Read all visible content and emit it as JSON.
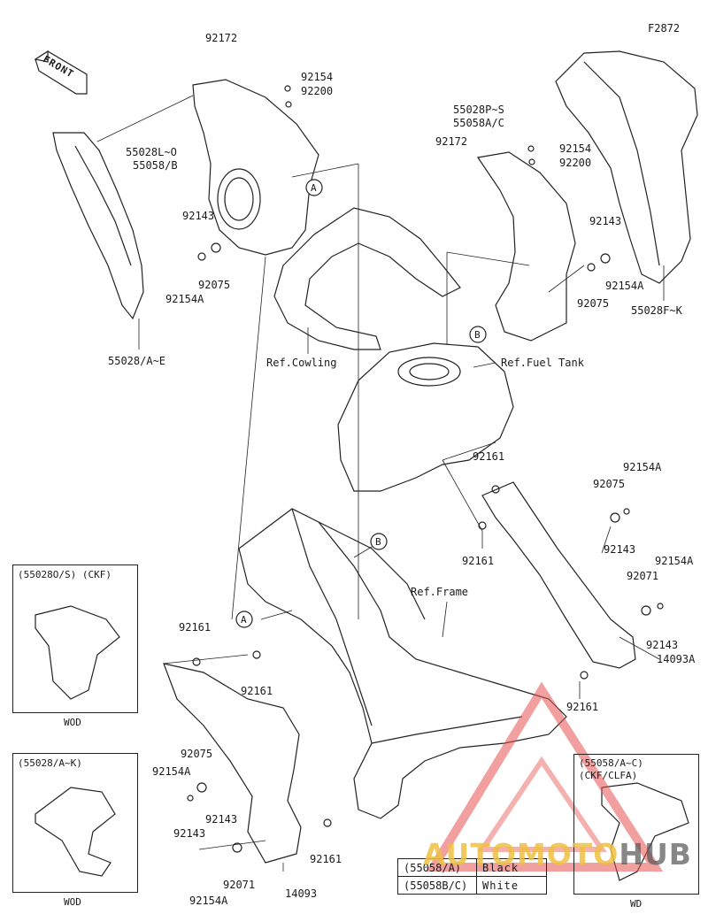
{
  "figure_code": "F2872",
  "front_label": "FRONT",
  "labels": {
    "p92172_top": "92172",
    "p92154_top": "92154",
    "p92200_top": "92200",
    "p55028L_O": "55028L~O",
    "p55058B": "55058/B",
    "p92143_l": "92143",
    "p92075_l": "92075",
    "p92154A_l": "92154A",
    "p55028A_E": "55028/A~E",
    "ref_cowling": "Ref.Cowling",
    "p55028P_S": "55028P~S",
    "p55058A_C": "55058A/C",
    "p92172_r": "92172",
    "p92154_r": "92154",
    "p92200_r": "92200",
    "p92143_r": "92143",
    "p92154A_r": "92154A",
    "p92075_r": "92075",
    "p55028F_K": "55028F~K",
    "ref_fuel_tank": "Ref.Fuel Tank",
    "p92161_a": "92161",
    "p92154A_m": "92154A",
    "p92075_m": "92075",
    "p92161_b": "92161",
    "p92143_m": "92143",
    "p92154A_m2": "92154A",
    "p92071_m": "92071",
    "ref_frame": "Ref.Frame",
    "p92143_m2": "92143",
    "p14093A": "14093A",
    "p92161_c": "92161",
    "p92161_d": "92161",
    "p92161_e": "92161",
    "p92075_b": "92075",
    "p92154A_b": "92154A",
    "p92143_b": "92143",
    "p92143_b2": "92143",
    "p92071_b": "92071",
    "p92154A_b2": "92154A",
    "p14093": "14093",
    "p92161_f": "92161"
  },
  "callouts": {
    "a": "A",
    "b": "B"
  },
  "insets": [
    {
      "title": "(55028O/S) (CKF)",
      "code": "WOD"
    },
    {
      "title": "(55028/A~K)",
      "code": "WOD"
    },
    {
      "title": "(55058/A~C) (CKF/CLFA)",
      "code": "WD"
    }
  ],
  "color_table": [
    {
      "code": "(55058/A)",
      "color": "Black"
    },
    {
      "code": "(55058B/C)",
      "color": "White"
    }
  ],
  "watermark": {
    "part1": "AUTOMOTO",
    "part2": "HUB"
  }
}
